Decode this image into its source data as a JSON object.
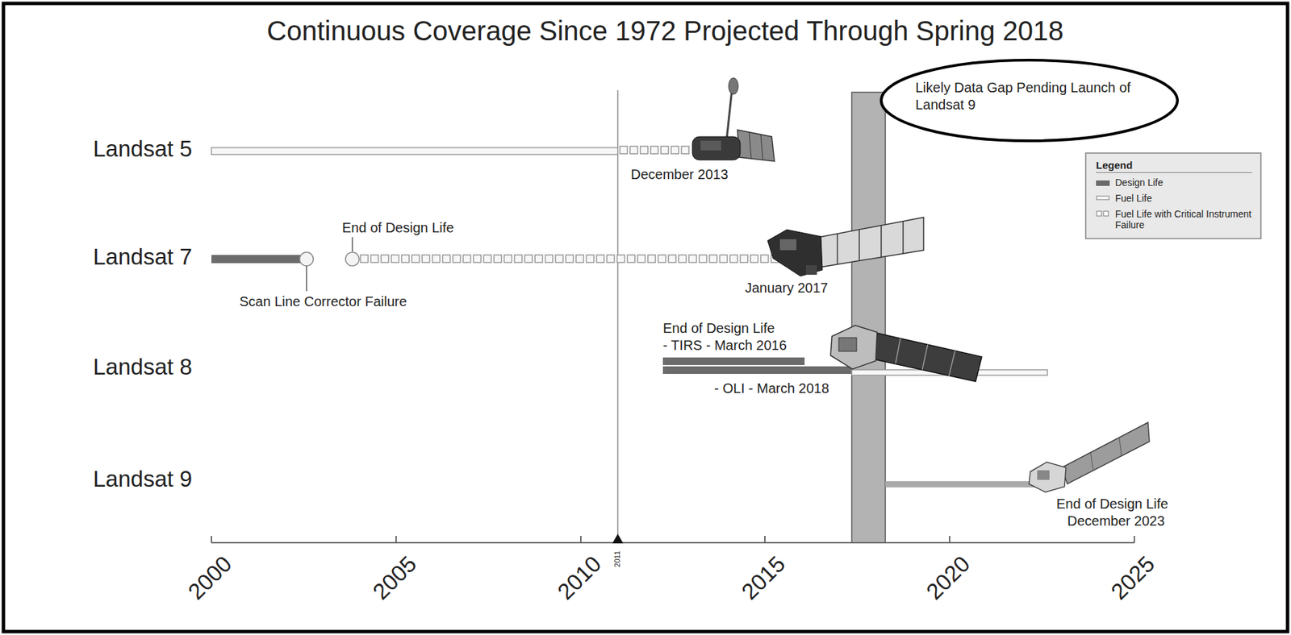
{
  "diagram": {
    "title": "Continuous Coverage Since 1972 Projected Through Spring 2018",
    "nodes": [
      {
        "text": [
          "Likely Data Gap Pending Launch of Landsat 9"
        ]
      }
    ],
    "labels": [
      "Landsat 5",
      "December 2013",
      "Landsat 7",
      "End of Design Life",
      "Scan Line Corrector Failure",
      "January 2017",
      "End of Design Life",
      "- TIRS - March 2016",
      "- OLI - March 2018",
      "Landsat 8",
      "Landsat 9",
      "End of Design Life",
      "December 2023",
      "Legend",
      "2000",
      "2005",
      "2010",
      "2011",
      "2015",
      "2020",
      "2025"
    ],
    "legend": [
      {
        "text": "Design Life",
        "color": "#6b6b6b"
      },
      {
        "text": "Fuel Life"
      },
      {
        "text": "Fuel Life with Critical Instrument Failure"
      }
    ]
  }
}
